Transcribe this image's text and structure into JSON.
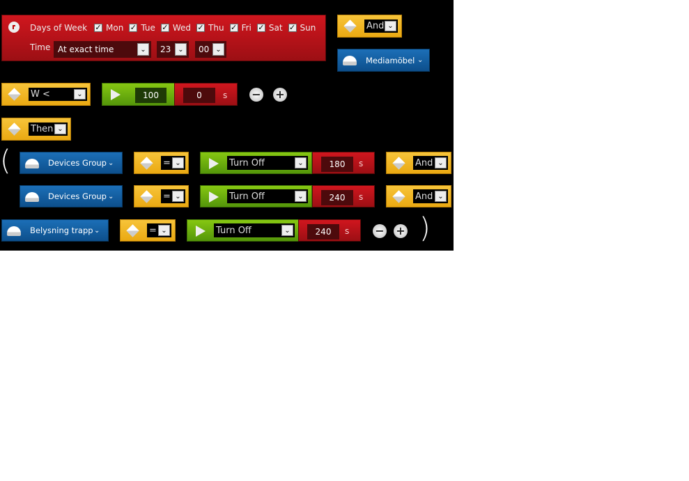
{
  "schedule": {
    "days_label": "Days of Week",
    "days": [
      {
        "label": "Mon",
        "checked": true
      },
      {
        "label": "Tue",
        "checked": true
      },
      {
        "label": "Wed",
        "checked": true
      },
      {
        "label": "Thu",
        "checked": true
      },
      {
        "label": "Fri",
        "checked": true
      },
      {
        "label": "Sat",
        "checked": true
      },
      {
        "label": "Sun",
        "checked": true
      }
    ],
    "time_label": "Time",
    "time_mode": "At exact time",
    "hour": "23",
    "minute": "00"
  },
  "top_operator": "And",
  "top_device": "Mediamöbel",
  "condition": {
    "operator": "W <",
    "value": "100",
    "delay": "0",
    "unit": "s"
  },
  "then_label": "Then",
  "open_paren": "(",
  "close_paren": ")",
  "actions": [
    {
      "device": "Devices Group",
      "comparator": "=",
      "action": "Turn Off",
      "delay": "180",
      "unit": "s",
      "join": "And"
    },
    {
      "device": "Devices Group",
      "comparator": "=",
      "action": "Turn Off",
      "delay": "240",
      "unit": "s",
      "join": "And"
    },
    {
      "device": "Belysning trapp",
      "comparator": "=",
      "action": "Turn Off",
      "delay": "240",
      "unit": "s"
    }
  ],
  "buttons": {
    "minus": "−",
    "plus": "+"
  },
  "arrow": "⌄"
}
